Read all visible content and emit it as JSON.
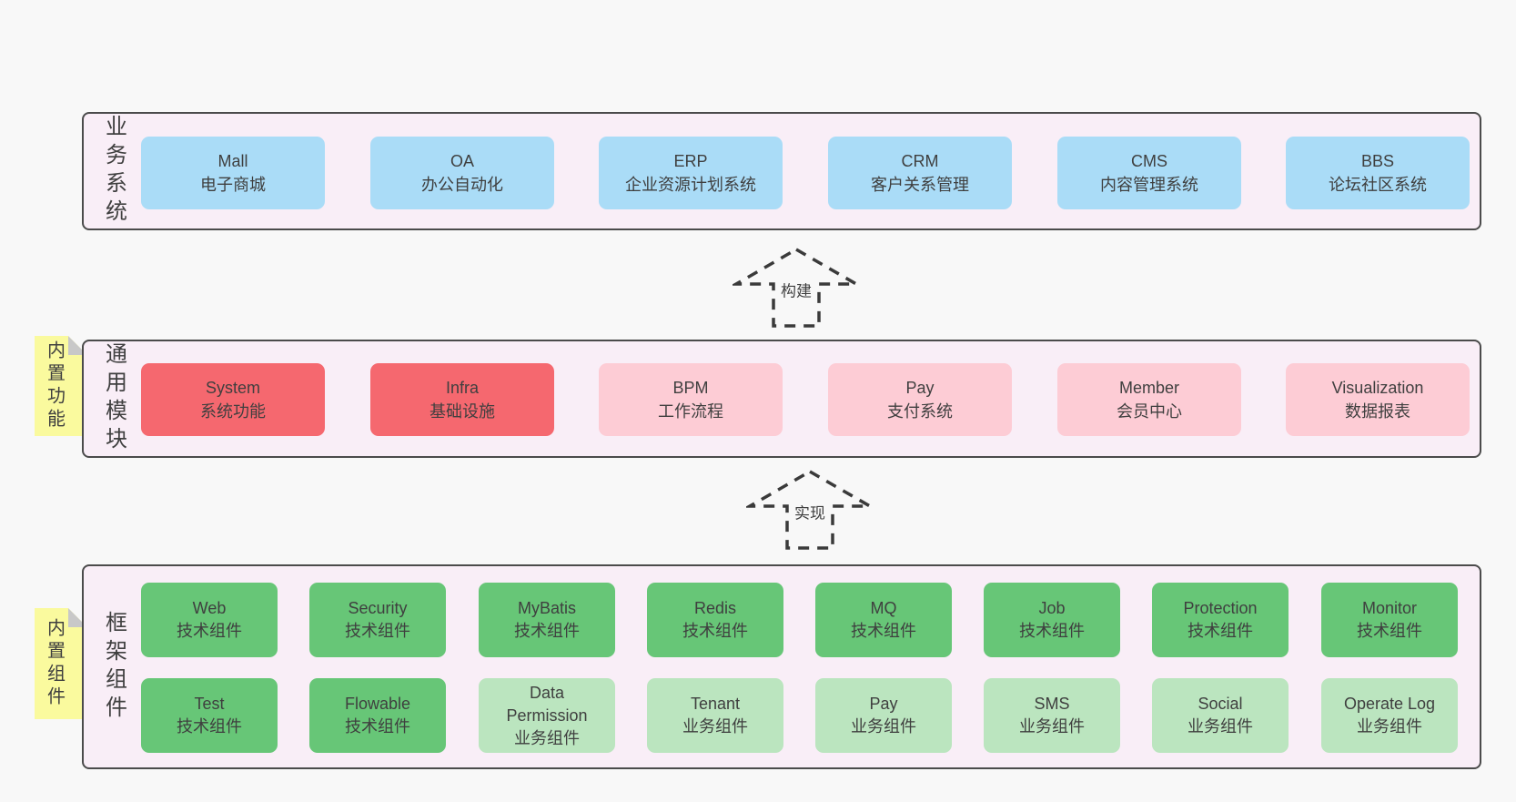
{
  "colors": {
    "page_bg": "#f8f8f8",
    "panel_bg": "#f9eef7",
    "panel_border": "#4b4b4b",
    "blue": "#aadcf7",
    "red": "#f5686f",
    "pink": "#fdccd5",
    "green": "#67c677",
    "light_green": "#bbe5bf",
    "note_yellow": "#fafa9e",
    "note_fold": "#c8c8c8",
    "arrow": "#3a3a3a",
    "text": "#3f3f3f"
  },
  "arrows": [
    {
      "label": "构建"
    },
    {
      "label": "实现"
    }
  ],
  "sections": {
    "business": {
      "side_label": "业务系统",
      "boxes": [
        {
          "title": "Mall",
          "subtitle": "电子商城"
        },
        {
          "title": "OA",
          "subtitle": "办公自动化"
        },
        {
          "title": "ERP",
          "subtitle": "企业资源计划系统"
        },
        {
          "title": "CRM",
          "subtitle": "客户关系管理"
        },
        {
          "title": "CMS",
          "subtitle": "内容管理系统"
        },
        {
          "title": "BBS",
          "subtitle": "论坛社区系统"
        }
      ]
    },
    "modules": {
      "side_label": "通用模块",
      "note_label": "内置功能",
      "boxes": [
        {
          "title": "System",
          "subtitle": "系统功能",
          "variant": "red"
        },
        {
          "title": "Infra",
          "subtitle": "基础设施",
          "variant": "red"
        },
        {
          "title": "BPM",
          "subtitle": "工作流程",
          "variant": "pink"
        },
        {
          "title": "Pay",
          "subtitle": "支付系统",
          "variant": "pink"
        },
        {
          "title": "Member",
          "subtitle": "会员中心",
          "variant": "pink"
        },
        {
          "title": "Visualization",
          "subtitle": "数据报表",
          "variant": "pink"
        }
      ]
    },
    "framework": {
      "side_label": "框架组件",
      "note_label": "内置组件",
      "row1": [
        {
          "title": "Web",
          "subtitle": "技术组件",
          "variant": "green"
        },
        {
          "title": "Security",
          "subtitle": "技术组件",
          "variant": "green"
        },
        {
          "title": "MyBatis",
          "subtitle": "技术组件",
          "variant": "green"
        },
        {
          "title": "Redis",
          "subtitle": "技术组件",
          "variant": "green"
        },
        {
          "title": "MQ",
          "subtitle": "技术组件",
          "variant": "green"
        },
        {
          "title": "Job",
          "subtitle": "技术组件",
          "variant": "green"
        },
        {
          "title": "Protection",
          "subtitle": "技术组件",
          "variant": "green"
        },
        {
          "title": "Monitor",
          "subtitle": "技术组件",
          "variant": "green"
        }
      ],
      "row2": [
        {
          "title": "Test",
          "subtitle": "技术组件",
          "variant": "green"
        },
        {
          "title": "Flowable",
          "subtitle": "技术组件",
          "variant": "green"
        },
        {
          "title": "Data Permission",
          "subtitle": "业务组件",
          "variant": "lightgreen"
        },
        {
          "title": "Tenant",
          "subtitle": "业务组件",
          "variant": "lightgreen"
        },
        {
          "title": "Pay",
          "subtitle": "业务组件",
          "variant": "lightgreen"
        },
        {
          "title": "SMS",
          "subtitle": "业务组件",
          "variant": "lightgreen"
        },
        {
          "title": "Social",
          "subtitle": "业务组件",
          "variant": "lightgreen"
        },
        {
          "title": "Operate Log",
          "subtitle": "业务组件",
          "variant": "lightgreen"
        }
      ]
    }
  }
}
